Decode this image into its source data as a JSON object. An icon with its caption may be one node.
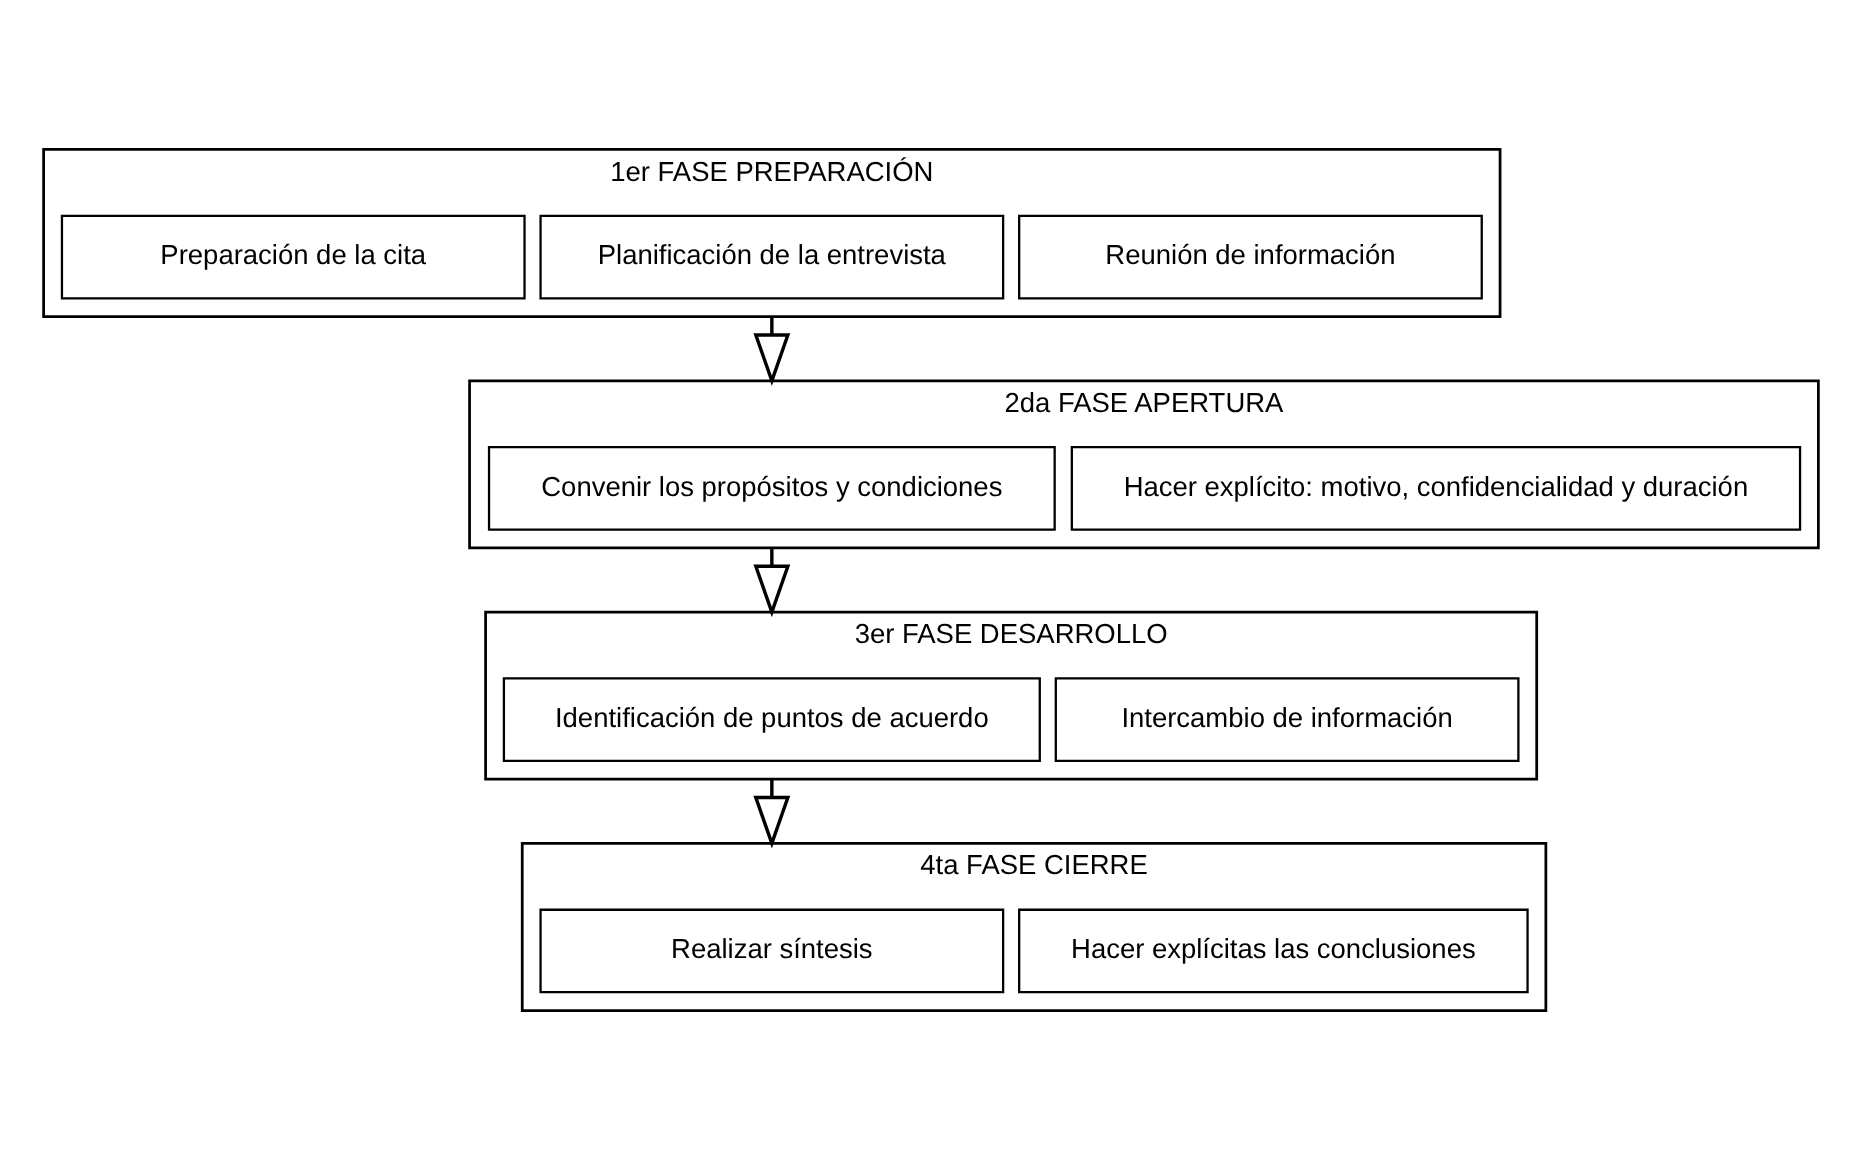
{
  "diagram": {
    "nodes": [
      {
        "text": [
          "1er FASE PREPARACIÓN"
        ]
      },
      {
        "text": [
          "Reunión de información"
        ],
        "in": 0
      },
      {
        "text": [
          "Planificación de la entrevista"
        ],
        "in": 0
      },
      {
        "text": [
          "Preparación de la cita"
        ],
        "in": 0
      },
      {
        "text": [
          "2da FASE APERTURA"
        ]
      },
      {
        "text": [
          "Hacer explícito: motivo, confidencialidad y duración"
        ],
        "in": 4
      },
      {
        "text": [
          "Convenir los propósitos y condiciones"
        ],
        "in": 4
      },
      {
        "text": [
          "3er FASE DESARROLLO"
        ]
      },
      {
        "text": [
          "Intercambio de información"
        ],
        "in": 7
      },
      {
        "text": [
          "Identificación de puntos de acuerdo"
        ],
        "in": 7
      },
      {
        "text": [
          "4ta FASE CIERRE"
        ]
      },
      {
        "text": [
          "Hacer explícitas las conclusiones"
        ],
        "in": 10
      },
      {
        "text": [
          "Realizar síntesis"
        ],
        "in": 10
      }
    ],
    "edges": [
      {
        "from": 0,
        "to": 4,
        "arrow": "to"
      },
      {
        "from": 4,
        "to": 7,
        "arrow": "to"
      },
      {
        "from": 7,
        "to": 10,
        "arrow": "to"
      }
    ]
  }
}
